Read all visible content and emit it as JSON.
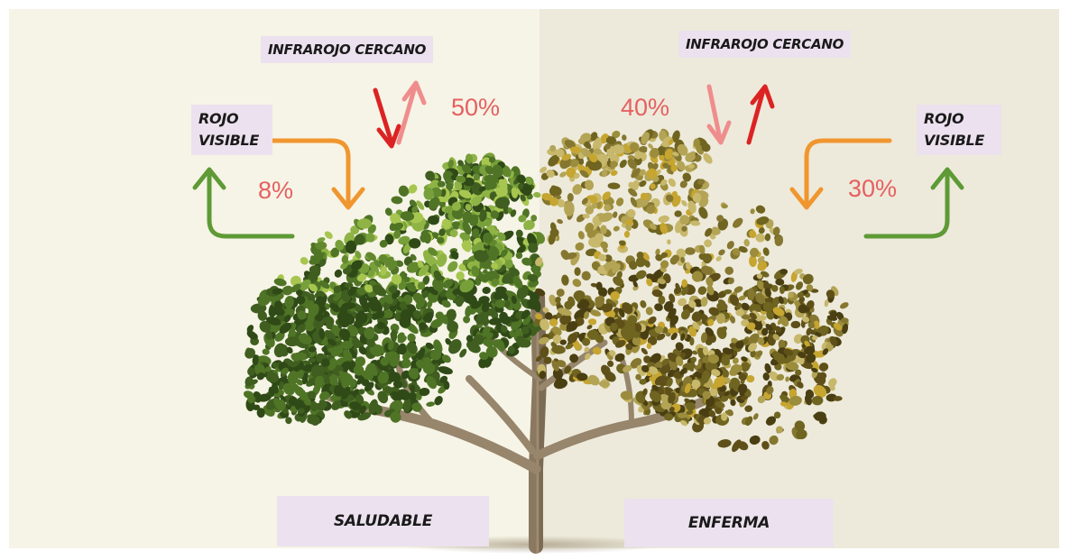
{
  "colors": {
    "background_healthy": "#f6f4e6",
    "background_sick": "#edeadb",
    "label_box": "#ece1ee",
    "percent_text": "#e56060",
    "arrow_orange": "#f0962f",
    "arrow_green": "#5e9a35",
    "arrow_red": "#dc2323",
    "arrow_pink": "#ef8d8d",
    "trunk": "#97856c"
  },
  "icons": [
    "incoming-light-arrow",
    "reflected-light-arrow"
  ],
  "healthy": {
    "label": "SALUDABLE",
    "near_infrared_label": "INFRAROJO CERCANO",
    "near_infrared_reflectance": "50%",
    "red_label_line1": "ROJO",
    "red_label_line2": "VISIBLE",
    "red_reflectance": "8%",
    "foliage_palette": [
      "#2f4a17",
      "#3f5e1f",
      "#4f7426",
      "#62882e",
      "#78a03a",
      "#8fb445",
      "#a7c650"
    ]
  },
  "sick": {
    "label": "ENFERMA",
    "near_infrared_label": "INFRAROJO CERCANO",
    "near_infrared_reflectance": "40%",
    "red_label_line1": "ROJO",
    "red_label_line2": "VISIBLE",
    "red_reflectance": "30%",
    "foliage_palette": [
      "#4a3f12",
      "#5e5018",
      "#6f6420",
      "#857730",
      "#9b8d3c",
      "#b3a456",
      "#c7b86c",
      "#c6a530"
    ]
  }
}
